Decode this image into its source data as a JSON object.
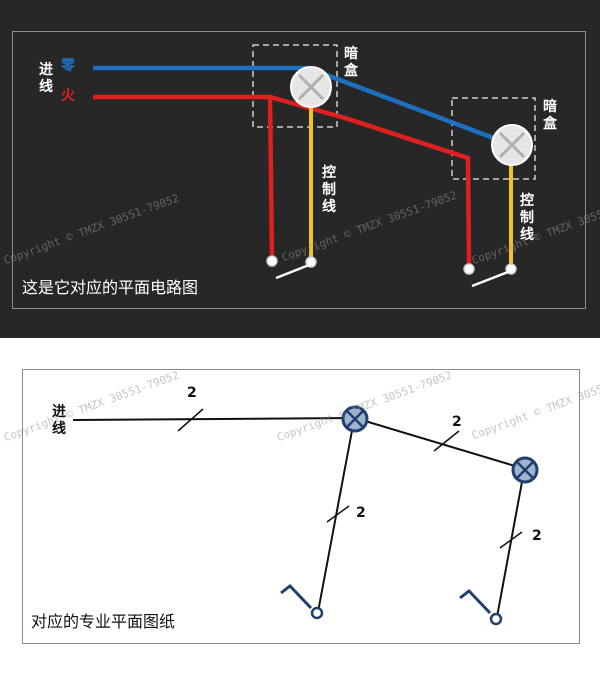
{
  "top_panel": {
    "incoming_label": "进线",
    "neutral_label": "零",
    "live_label": "火",
    "box1_label": "暗盒",
    "box2_label": "暗盒",
    "control1_label": "控制线",
    "control2_label": "控制线",
    "caption": "这是它对应的平面电路图",
    "colors": {
      "background": "#272727",
      "neutral_wire": "#1e6fc0",
      "live_wire": "#e0201e",
      "control_wire": "#f2c12e",
      "lamp": "#e6e6e6"
    }
  },
  "bottom_panel": {
    "incoming_label": "进线",
    "wire_count_1": "2",
    "wire_count_2": "2",
    "wire_count_3": "2",
    "wire_count_4": "2",
    "caption": "对应的专业平面图纸",
    "colors": {
      "line": "#111111",
      "symbol": "#1f3f6e",
      "lamp_fill": "#9fb3cc"
    }
  },
  "watermarks": [
    "Copyright © TMZX 30551-79052",
    "Copyright © TMZX 30551-79052",
    "Copyright © TMZX 30551-79052",
    "Copyright © TMZX 30551-79052",
    "Copyright © TMZX 30551-79052",
    "Copyright © TMZX 30551-79052"
  ]
}
